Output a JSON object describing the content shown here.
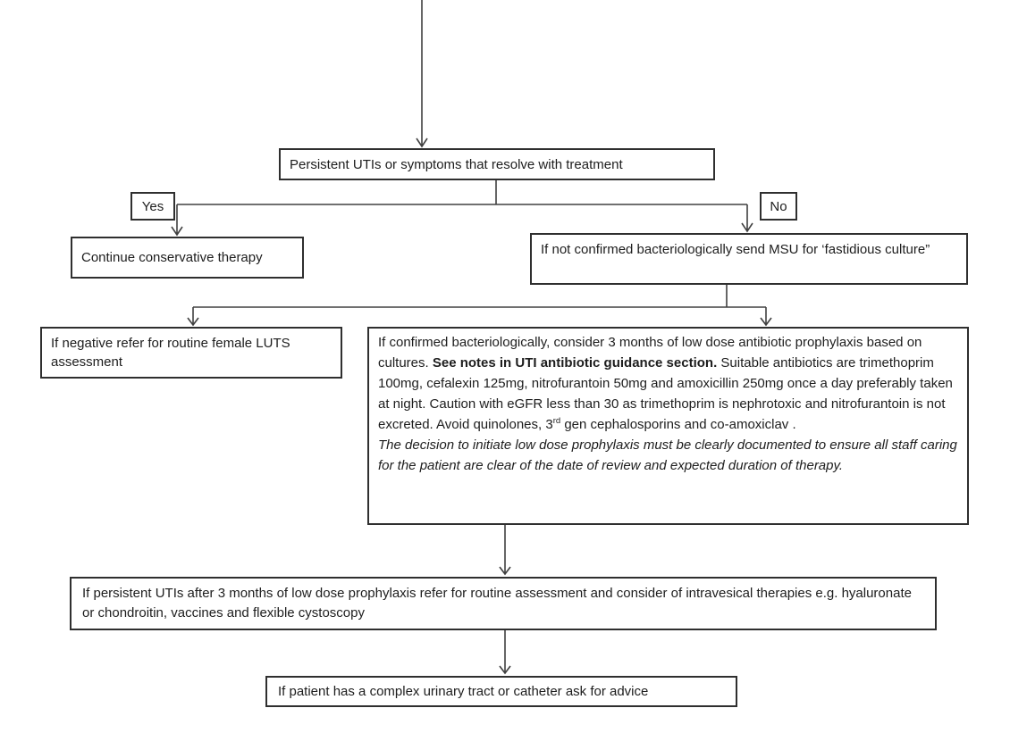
{
  "colors": {
    "background": "#ffffff",
    "border": "#2f2f2f",
    "line": "#404040",
    "text": "#1d1d1d"
  },
  "flowchart": {
    "nodes": {
      "start": "Persistent UTIs or symptoms that resolve with treatment",
      "yes_label": "Yes",
      "no_label": "No",
      "continue_therapy": "Continue conservative therapy",
      "send_msu": "If not confirmed bacteriologically send MSU for ‘fastidious culture”",
      "luts_assessment": "If negative refer for routine female LUTS assessment",
      "prophylaxis_segments": [
        {
          "style": "normal",
          "text": "If confirmed bacteriologically, consider 3 months of low dose antibiotic prophylaxis based on cultures. "
        },
        {
          "style": "bold",
          "text": "See notes in UTI antibiotic guidance section."
        },
        {
          "style": "normal",
          "text": " Suitable antibiotics are trimethoprim 100mg, cefalexin 125mg, nitrofurantoin 50mg and amoxicillin 250mg once a day preferably taken at night. Caution with eGFR less than 30 as trimethoprim is nephrotoxic and nitrofurantoin is not excreted. Avoid quinolones, 3"
        },
        {
          "style": "sup",
          "text": "rd"
        },
        {
          "style": "normal",
          "text": " gen cephalosporins and co-amoxiclav ."
        },
        {
          "style": "italic",
          "break_before": true,
          "text": "The decision to initiate low dose prophylaxis must be clearly documented to ensure all staff caring for the patient are clear of the date of review and expected duration of therapy."
        }
      ],
      "persistent_after_prophylaxis": "If persistent UTIs after 3 months of low dose prophylaxis refer for routine assessment and consider of intravesical therapies e.g. hyaluronate or chondroitin, vaccines and flexible cystoscopy",
      "complex_tract_advice": "If patient has a complex urinary tract or catheter ask for advice"
    }
  }
}
